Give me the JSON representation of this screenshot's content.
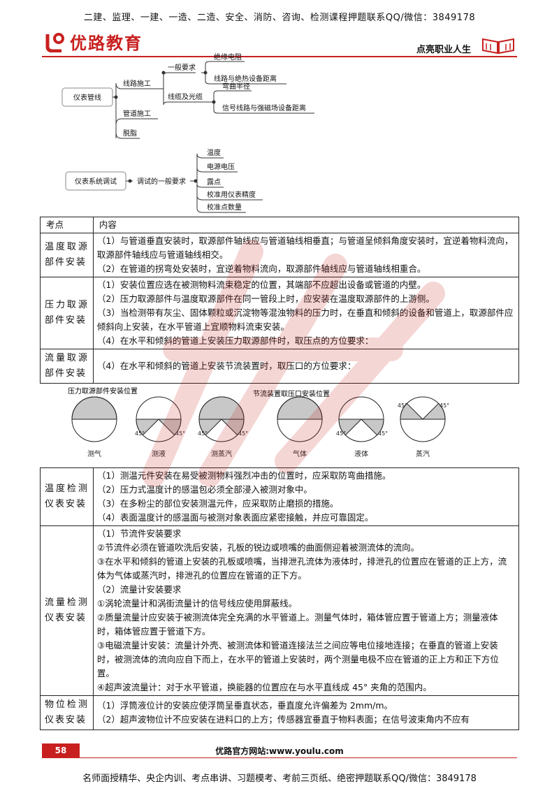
{
  "header": {
    "top_banner": "二建、监理、一建、一造、二造、安全、消防、咨询、检测课程押题联系QQ/微信：3849178",
    "logo_text": "优路教育",
    "slogan": "点亮职业人生",
    "brand_color": "#c8201f"
  },
  "mindmap1": {
    "root": "仪表管线",
    "branch_line": "线路施工",
    "general": "一般要求",
    "insulation": "绝缘电阻",
    "distance": "线路与绝热设备距离",
    "cable": "线缆及光缆",
    "bend": "弯曲半径",
    "signal": "信号线路与强磁场设备距离",
    "pipe": "管道施工",
    "degrease": "脱脂"
  },
  "mindmap2": {
    "root": "仪表系统调试",
    "branch": "调试的一般要求",
    "items": [
      "温度",
      "电源电压",
      "露点",
      "校准用仪表精度",
      "校准点数量"
    ]
  },
  "table1": {
    "col_head": "考点",
    "col_content": "内容",
    "rows": [
      {
        "cat": "温度取源部件安装",
        "lines": [
          "（1）与管道垂直安装时，取源部件轴线应与管道轴线相垂直；与管道呈倾斜角度安装时，宜逆着物料流向，取源部件轴线应与管道轴线相交。",
          "（2）在管道的拐弯处安装时，宜逆着物料流向，取源部件轴线应与管道轴线相重合。"
        ]
      },
      {
        "cat": "压力取源部件安装",
        "lines": [
          "（1）安装位置应选在被测物料流束稳定的位置，其端部不应超出设备或管道的内壁。",
          "（2）压力取源部件与温度取源部件在同一管段上时，应安装在温度取源部件的上游侧。",
          "（3）当检测带有灰尘、固体颗粒或沉淀物等混浊物料的压力时，在垂直和倾斜的设备和管道上，取源部件应倾斜向上安装，在水平管道上宜顺物料流束安装。",
          "（4）在水平和倾斜的管道上安装压力取源部件时，取压点的方位要求："
        ]
      },
      {
        "cat": "流量取源部件安装",
        "lines": [
          "（4）在水平和倾斜的管道上安装节流装置时，取压口的方位要求："
        ]
      }
    ]
  },
  "diagrams": {
    "left_title": "压力取源部件安装位置",
    "right_title": "节流装置取压口安装位置",
    "angle": "45°",
    "labels": [
      "测气",
      "测液",
      "测蒸汽",
      "气体",
      "液体",
      "蒸汽"
    ]
  },
  "table2": {
    "rows": [
      {
        "cat": "温度检测仪表安装",
        "lines": [
          "（1）测温元件安装在易受被测物料强烈冲击的位置时，应采取防弯曲措施。",
          "（2）压力式温度计的感温包必须全部浸入被测对象中。",
          "（3）在多粉尘的部位安装测温元件，应采取防止磨损的措施。",
          "（4）表面温度计的感温面与被测对象表面应紧密接触，并应可靠固定。"
        ]
      },
      {
        "cat": "流量检测仪表安装",
        "lines": [
          "（1）节流件安装要求",
          "②节流件必须在管道吹洗后安装，孔板的锐边或喷嘴的曲面侧迎着被测流体的流向。",
          "③在水平和倾斜的管道上安装的孔板或喷嘴，当排泄孔流体为液体时，排泄孔的位置应在管道的正上方，流体为气体或蒸汽时，排泄孔的位置应在管道的正下方。",
          "（2）流量计安装要求",
          "①涡轮流量计和涡街流量计的信号线应使用屏蔽线。",
          "②质量流量计应安装于被测流体完全充满的水平管道上。测量气体时，箱体管应置于管道上方；测量液体时，箱体管应置于管道下方。",
          "③电磁流量计安装：流量计外壳、被测流体和管道连接法兰之间应等电位接地连接；在垂直的管道上安装时，被测流体的流向应自下而上，在水平的管道上安装时，两个测量电极不应在管道的正上方和正下方位置。",
          "④超声波流量计：对于水平管道，换能器的位置应在与水平直线成 45° 夹角的范围内。"
        ]
      },
      {
        "cat": "物位检测仪表安装",
        "lines": [
          "（1）浮筒液位计的安装应使浮筒呈垂直状态，垂直度允许偏差为 2mm/m。",
          "（2）超声波物位计不应安装在进料口的上方；传感器宜垂直于物料表面；在信号波束角内不应有"
        ]
      }
    ]
  },
  "footer": {
    "page_number": "58",
    "site": "优路官方网站:www.youlu.com",
    "bottom_banner": "名师面授精华、央企内训、考点串讲、习题模考、考前三页纸、绝密押题联系QQ/微信：3849178"
  }
}
